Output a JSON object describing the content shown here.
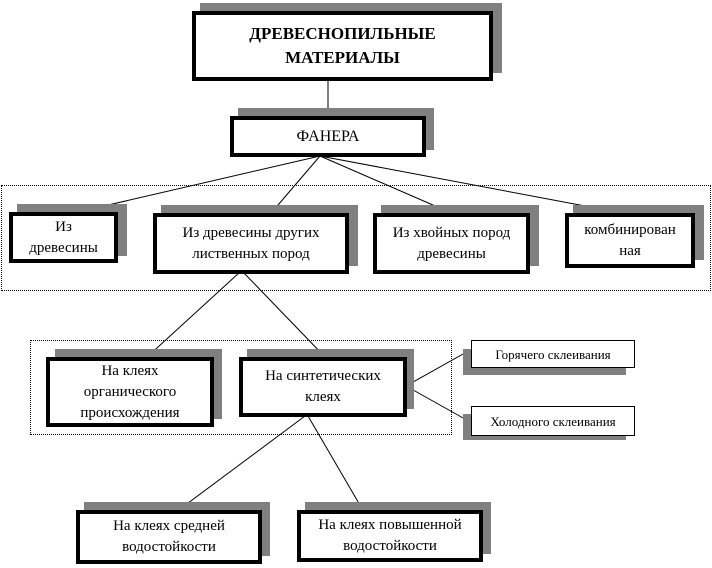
{
  "diagram": {
    "root": "ДРЕВЕСНОПИЛЬНЫЕ\nМАТЕРИАЛЫ",
    "level1": "ФАНЕРА",
    "by_wood": [
      "Из\nдревесины",
      "Из древесины других\nлиственных пород",
      "Из хвойных пород\nдревесины",
      "комбинирован\nная"
    ],
    "by_glue": [
      "На клеях\nорганического\nпроисхождения",
      "На синтетических\nклеях"
    ],
    "by_bonding": [
      "Горячего склеивания",
      "Холодного склеивания"
    ],
    "by_water_resistance": [
      "На клеях средней\nводостойкости",
      "На клеях повышенной\nводостойкости"
    ]
  },
  "colors": {
    "shadow": "#808080",
    "border": "#000000",
    "fill": "#ffffff"
  }
}
